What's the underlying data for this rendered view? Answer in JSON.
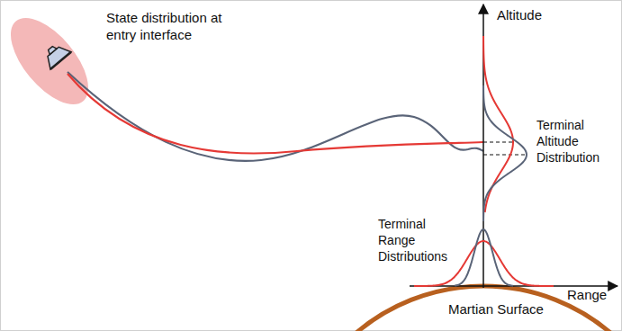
{
  "diagram": {
    "labels": [
      "State distribution at entry interface",
      "Altitude",
      "Terminal Altitude Distribution",
      "Terminal Range Distributions",
      "Range",
      "Martian Surface"
    ]
  }
}
